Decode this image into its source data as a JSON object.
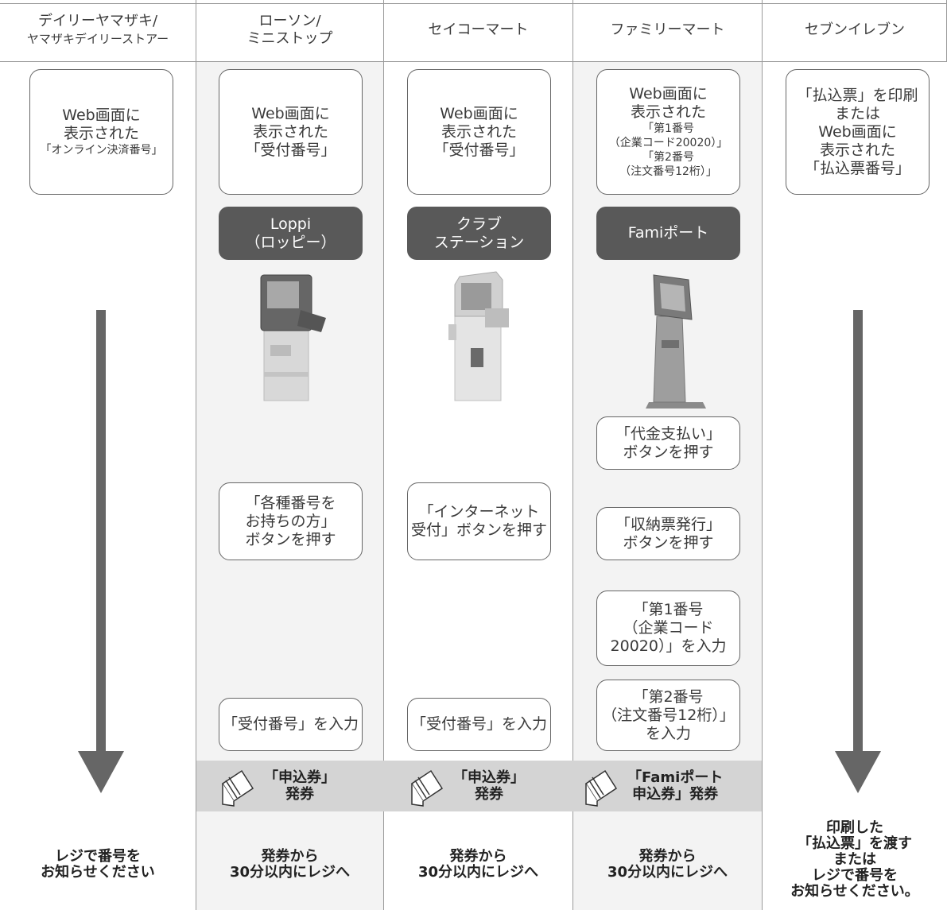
{
  "columns": [
    {
      "header": [
        "デイリーヤマザキ/",
        "ヤマザキデイリーストアー"
      ],
      "footer": [
        "レジで番号を",
        "お知らせください"
      ]
    },
    {
      "header": [
        "ローソン/",
        "ミニストップ"
      ],
      "footer": [
        "発券から",
        "30分以内にレジへ"
      ]
    },
    {
      "header": [
        "セイコーマート"
      ],
      "footer": [
        "発券から",
        "30分以内にレジへ"
      ]
    },
    {
      "header": [
        "ファミリーマート"
      ],
      "footer": [
        "発券から",
        "30分以内にレジへ"
      ]
    },
    {
      "header": [
        "セブンイレブン"
      ],
      "footer": [
        "印刷した",
        "「払込票」を渡す",
        "または",
        "レジで番号を",
        "お知らせください。"
      ]
    }
  ],
  "steps": {
    "daily_start": [
      "Web画面に",
      "表示された",
      "「オンライン決済番号」"
    ],
    "lawson_start": [
      "Web画面に",
      "表示された",
      "「受付番号」"
    ],
    "seico_start": [
      "Web画面に",
      "表示された",
      "「受付番号」"
    ],
    "family_start": [
      "Web画面に",
      "表示された",
      "「第1番号",
      "（企業コード20020）」",
      "「第2番号",
      "（注文番号12桁）」"
    ],
    "seven_start": [
      "「払込票」を印刷",
      "または",
      "Web画面に",
      "表示された",
      "「払込票番号」"
    ],
    "lawson_terminal": [
      "Loppi",
      "（ロッピー）"
    ],
    "seico_terminal": [
      "クラブ",
      "ステーション"
    ],
    "family_terminal": [
      "Famiポート"
    ],
    "family_step1": [
      "「代金支払い」",
      "ボタンを押す"
    ],
    "lawson_step1": [
      "「各種番号を",
      "お持ちの方」",
      "ボタンを押す"
    ],
    "seico_step1": [
      "「インターネット",
      "受付」ボタンを押す"
    ],
    "family_step2": [
      "「収納票発行」",
      "ボタンを押す"
    ],
    "family_step3": [
      "「第1番号",
      "（企業コード",
      "20020）」を入力"
    ],
    "family_step4": [
      "「第2番号",
      "（注文番号12桁）」",
      "を入力"
    ],
    "lawson_step2": [
      "「受付番号」を入力"
    ],
    "seico_step2": [
      "「受付番号」を入力"
    ],
    "lawson_ticket": [
      "「申込券」",
      "発券"
    ],
    "seico_ticket": [
      "「申込券」",
      "発券"
    ],
    "family_ticket": [
      "「Famiポート",
      "申込券」発券"
    ]
  },
  "colors": {
    "arrow": "#666666",
    "dark_box": "#595959",
    "band": "#d4d4d4",
    "column_shade": "#f2f2f2",
    "divider": "#9a9a9a"
  },
  "icons": [
    "ticket-icon",
    "kiosk-terminal-icon"
  ]
}
